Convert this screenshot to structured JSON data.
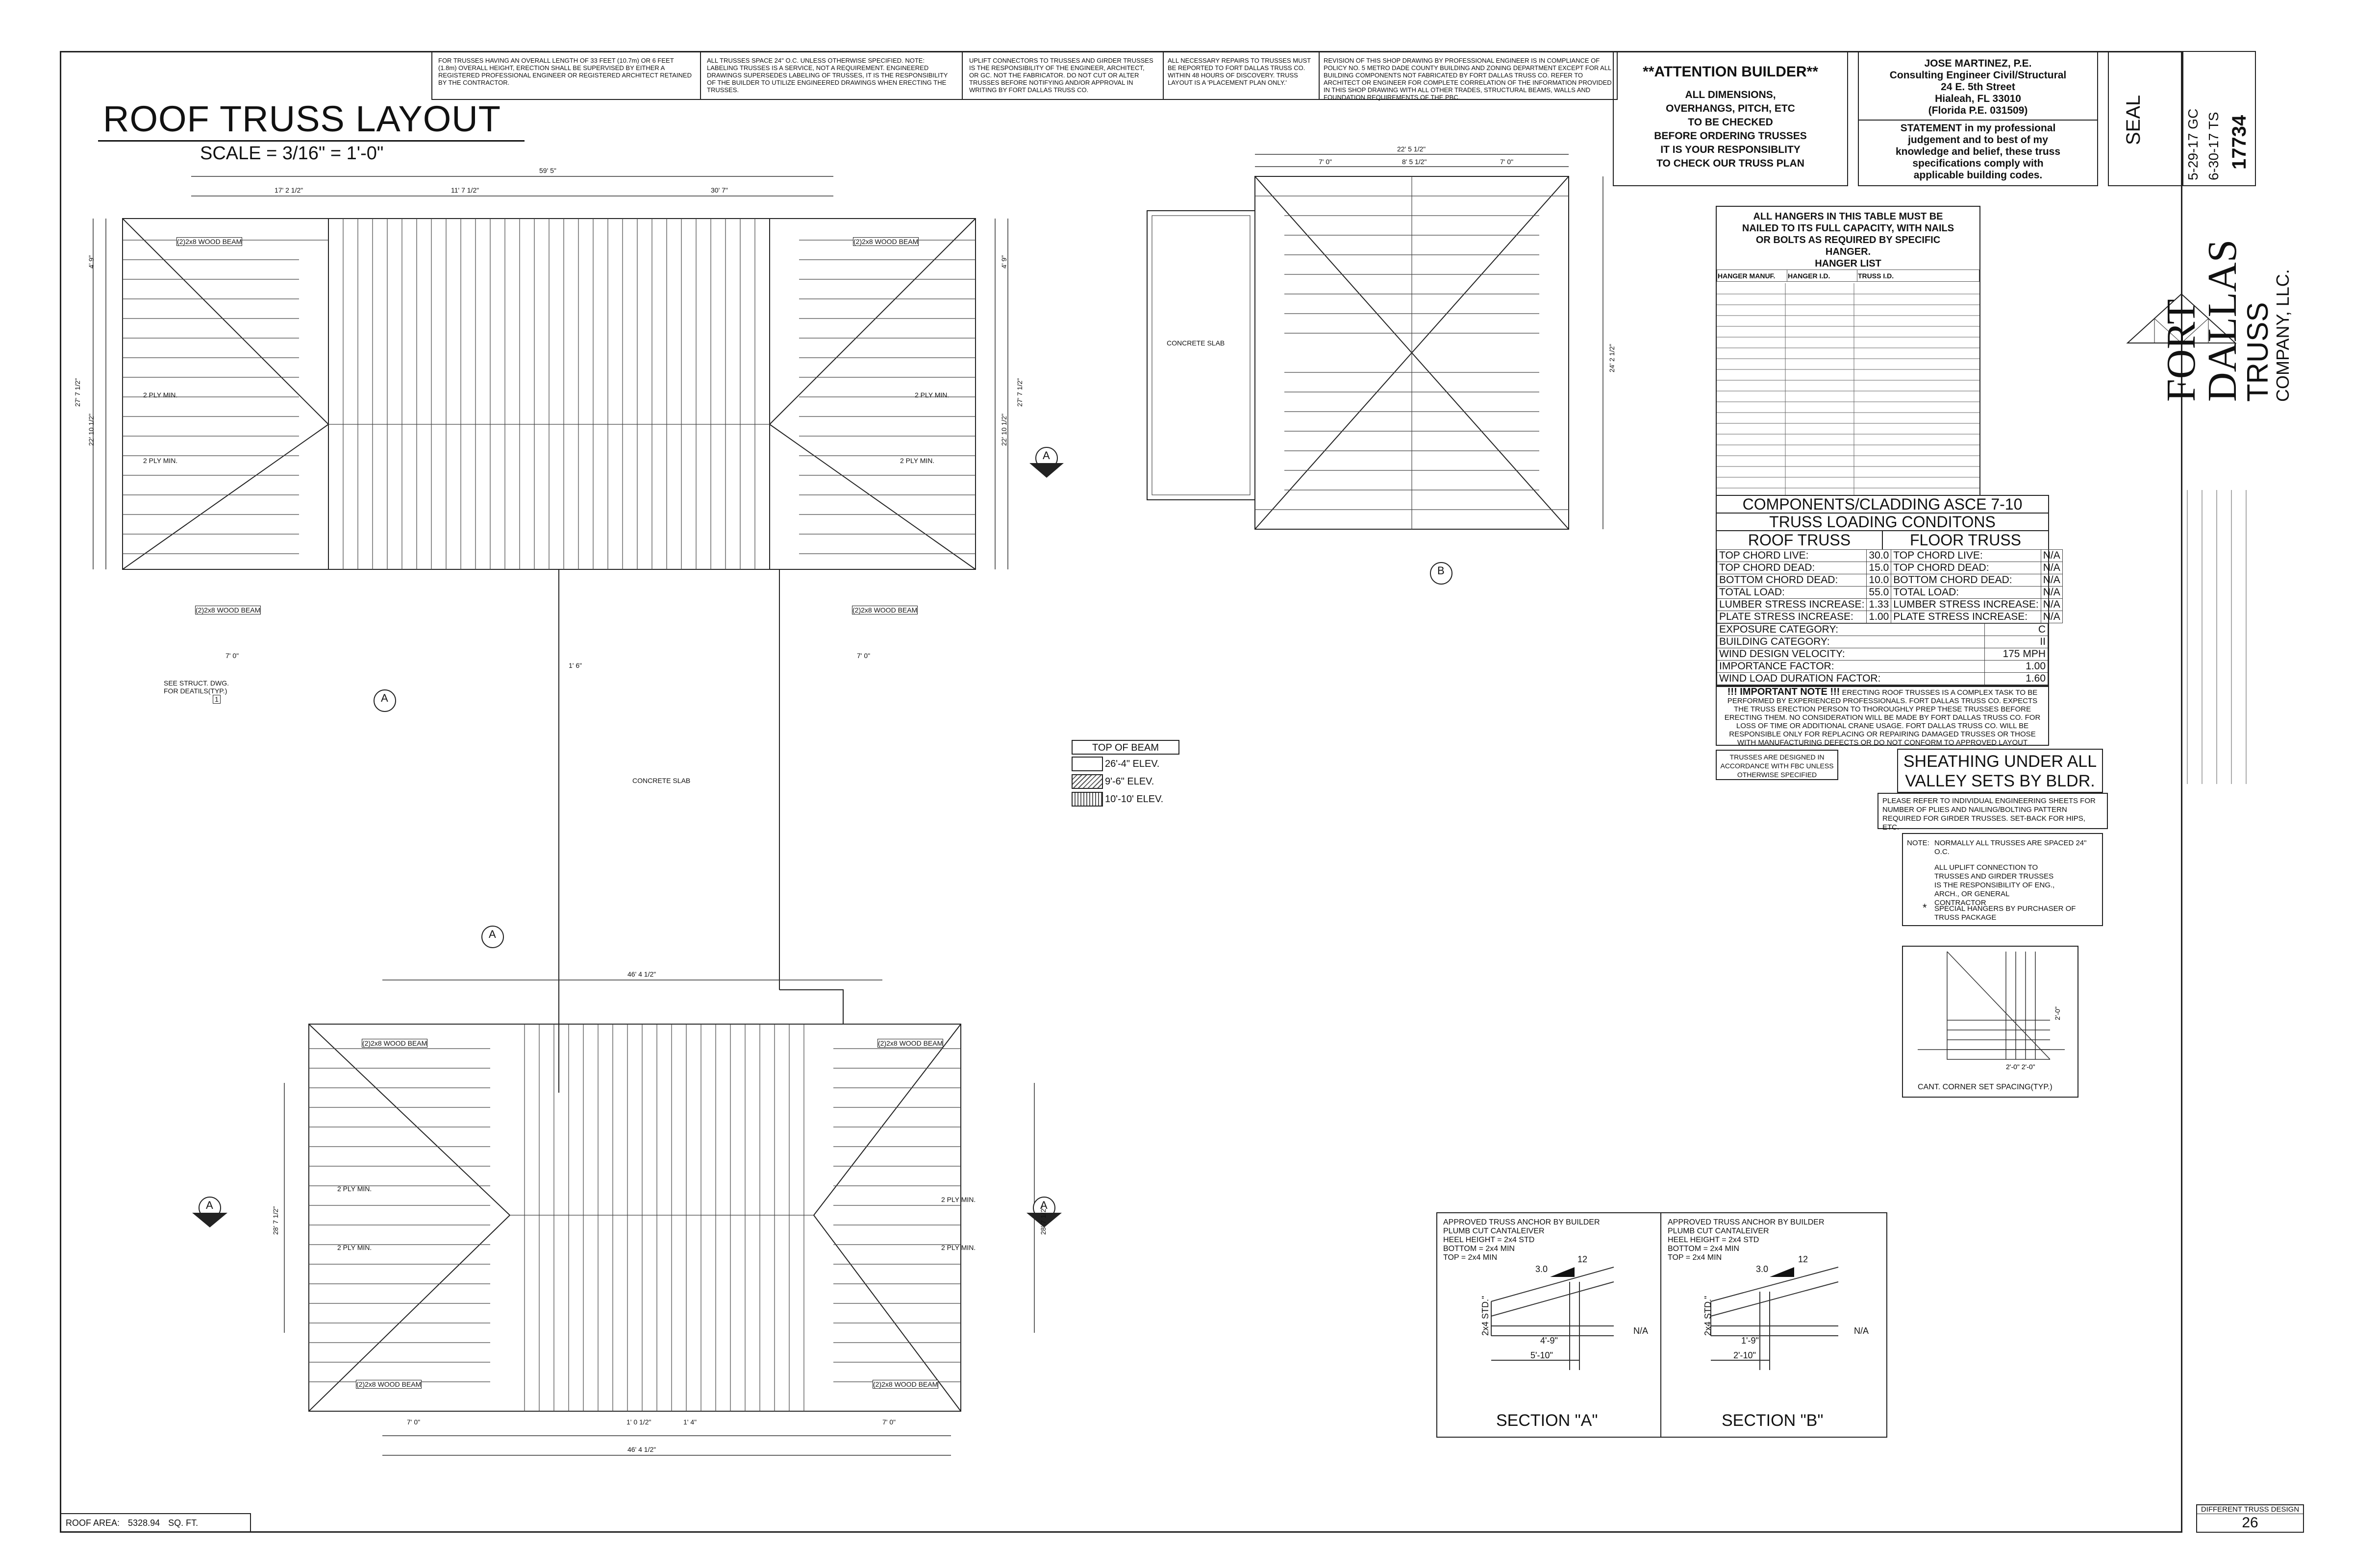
{
  "title": "ROOF TRUSS LAYOUT",
  "scale": "SCALE = 3/16\" = 1'-0\"",
  "top_notes": [
    "FOR TRUSSES HAVING AN OVERALL LENGTH OF 33 FEET (10.7m) OR 6 FEET (1.8m) OVERALL HEIGHT, ERECTION SHALL BE SUPERVISED BY EITHER A REGISTERED PROFESSIONAL ENGINEER OR REGISTERED ARCHITECT RETAINED BY THE CONTRACTOR.",
    "ALL TRUSSES SPACE 24\" O.C. UNLESS OTHERWISE SPECIFIED. NOTE: LABELING TRUSSES IS A SERVICE, NOT A REQUIREMENT. ENGINEERED DRAWINGS SUPERSEDES LABELING OF TRUSSES, IT IS THE RESPONSIBILITY OF THE BUILDER TO UTILIZE ENGINEERED DRAWINGS WHEN ERECTING THE TRUSSES.",
    "UPLIFT CONNECTORS TO TRUSSES AND GIRDER TRUSSES IS THE RESPONSIBILITY OF THE ENGINEER, ARCHITECT, OR GC. NOT THE FABRICATOR. DO NOT CUT OR ALTER TRUSSES BEFORE NOTIFYING AND/OR APPROVAL IN WRITING BY FORT DALLAS TRUSS CO.",
    "ALL NECESSARY REPAIRS TO TRUSSES MUST BE REPORTED TO FORT DALLAS TRUSS CO. WITHIN 48 HOURS OF DISCOVERY. TRUSS LAYOUT IS A 'PLACEMENT PLAN ONLY.'",
    "REVISION OF THIS SHOP DRAWING BY PROFESSIONAL ENGINEER IS IN COMPLIANCE OF POLICY NO. 5 METRO DADE COUNTY BUILDING AND ZONING DEPARTMENT EXCEPT FOR ALL BUILDING COMPONENTS NOT FABRICATED BY FORT DALLAS TRUSS CO. REFER TO ARCHITECT OR ENGINEER FOR COMPLETE CORRELATION OF THE INFORMATION PROVIDED IN THIS SHOP DRAWING WITH ALL OTHER TRADES, STRUCTURAL BEAMS, WALLS AND FOUNDATION REQUIREMENTS OF THE PBC."
  ],
  "attention": {
    "heading": "**ATTENTION BUILDER**",
    "lines": [
      "ALL DIMENSIONS,",
      "OVERHANGS, PITCH, ETC",
      "TO BE CHECKED",
      "BEFORE ORDERING TRUSSES",
      "IT IS YOUR RESPONSIBLITY",
      "TO CHECK OUR TRUSS PLAN"
    ]
  },
  "engineer": {
    "lines": [
      "JOSE MARTINEZ, P.E.",
      "Consulting Engineer Civil/Structural",
      "24 E. 5th Street",
      "Hialeah, FL 33010",
      "(Florida P.E. 031509)"
    ],
    "statement": [
      "STATEMENT in my professional",
      "judgement and to best of my",
      "knowledge and belief, these truss",
      "specifications comply with",
      "applicable building codes."
    ]
  },
  "seal_label": "SEAL",
  "company": {
    "line1": "FORT DALLAS",
    "line2": "TRUSS",
    "line3": "COMPANY, LLC."
  },
  "title_block": {
    "date1": "5-29-17",
    "init1": "GC",
    "date2": "6-30-17",
    "init2": "TS",
    "job_no": "17734"
  },
  "hanger": {
    "heading": [
      "ALL HANGERS IN THIS TABLE MUST BE",
      "NAILED TO ITS FULL CAPACITY, WITH NAILS",
      "OR BOLTS AS REQUIRED BY SPECIFIC",
      "HANGER."
    ],
    "list_title": "HANGER LIST",
    "columns": [
      "HANGER MANUF.",
      "HANGER I.D.",
      "TRUSS I.D."
    ]
  },
  "loading": {
    "title1": "COMPONENTS/CLADDING ASCE 7-10",
    "title2": "TRUSS LOADING CONDITONS",
    "roof_head": "ROOF TRUSS",
    "floor_head": "FLOOR TRUSS",
    "rows": [
      {
        "rl": "TOP CHORD LIVE:",
        "rv": "30.0",
        "fl": "TOP CHORD LIVE:",
        "fv": "N/A"
      },
      {
        "rl": "TOP CHORD DEAD:",
        "rv": "15.0",
        "fl": "TOP CHORD DEAD:",
        "fv": "N/A"
      },
      {
        "rl": "BOTTOM CHORD DEAD:",
        "rv": "10.0",
        "fl": "BOTTOM CHORD DEAD:",
        "fv": "N/A"
      },
      {
        "rl": "TOTAL LOAD:",
        "rv": "55.0",
        "fl": "TOTAL LOAD:",
        "fv": "N/A"
      },
      {
        "rl": "LUMBER STRESS INCREASE:",
        "rv": "1.33",
        "fl": "LUMBER STRESS INCREASE:",
        "fv": "N/A"
      },
      {
        "rl": "PLATE STRESS INCREASE:",
        "rv": "1.00",
        "fl": "PLATE STRESS INCREASE:",
        "fv": "N/A"
      }
    ],
    "wide_rows": [
      {
        "l": "EXPOSURE CATEGORY:",
        "v": "C"
      },
      {
        "l": "BUILDING CATEGORY:",
        "v": "II"
      },
      {
        "l": "WIND DESIGN VELOCITY:",
        "v": "175 MPH"
      },
      {
        "l": "IMPORTANCE FACTOR:",
        "v": "1.00"
      },
      {
        "l": "WIND LOAD DURATION FACTOR:",
        "v": "1.60"
      }
    ],
    "important_title": "!!! IMPORTANT NOTE !!!",
    "important": "ERECTING ROOF TRUSSES IS A COMPLEX TASK TO BE PERFORMED BY EXPERIENCED PROFESSIONALS. FORT DALLAS TRUSS CO. EXPECTS THE TRUSS ERECTION PERSON TO THOROUGHLY PREP THESE TRUSSES BEFORE ERECTING THEM. NO CONSIDERATION WILL BE MADE BY FORT DALLAS TRUSS CO. FOR LOSS OF TIME OR ADDITIONAL CRANE USAGE. FORT DALLAS TRUSS CO. WILL BE RESPONSIBLE ONLY FOR REPLACING OR REPAIRING DAMAGED TRUSSES OR THOSE WITH MANUFACTURING DEFECTS OR DO NOT CONFORM TO APPROVED LAYOUT"
  },
  "fbc_note": [
    "TRUSSES ARE DESIGNED IN",
    "ACCORDANCE WITH FBC UNLESS",
    "OTHERWISE SPECIFIED"
  ],
  "sheathing": [
    "SHEATHING UNDER ALL",
    "VALLEY SETS BY BLDR."
  ],
  "refer_note": "PLEASE REFER TO INDIVIDUAL ENGINEERING SHEETS FOR NUMBER OF PLIES AND NAILING/BOLTING PATTERN REQUIRED FOR GIRDER TRUSSES. SET-BACK FOR HIPS, ETC.",
  "notes": {
    "label": "NOTE:",
    "n1": "NORMALLY ALL TRUSSES ARE SPACED 24\" O.C.",
    "n2": "ALL UPLIFT CONNECTION TO TRUSSES AND GIRDER TRUSSES IS THE RESPONSIBILITY OF ENG., ARCH., OR GENERAL CONTRACTOR",
    "star": "*",
    "n3": "SPECIAL HANGERS BY PURCHASER OF TRUSS PACKAGE"
  },
  "corner": {
    "caption": "CANT. CORNER SET SPACING(TYP.)",
    "dim": "2'-0\""
  },
  "legend": {
    "title": "TOP OF BEAM",
    "items": [
      "26'-4\" ELEV.",
      "9'-6\" ELEV.",
      "10'-10' ELEV."
    ]
  },
  "concrete_slab": "CONCRETE SLAB",
  "beam_label": "(2)2x8 WOOD BEAM",
  "ply": "2 PLY MIN.",
  "see_struct": [
    "SEE STRUCT. DWG.",
    "FOR DEATILS(TYP.)"
  ],
  "one": "1",
  "section_a": {
    "approved": [
      "APPROVED TRUSS ANCHOR BY BUILDER",
      "PLUMB CUT CANTALEIVER",
      "HEEL HEIGHT = 2x4 STD",
      "BOTTOM = 2x4 MIN",
      "TOP = 2x4 MIN"
    ],
    "pitch": "3.0",
    "run": "12",
    "heel": "2x4 STD.\"",
    "d1": "4'-9\"",
    "d2": "5'-10\"",
    "na": "N/A",
    "title": "SECTION \"A\""
  },
  "section_b": {
    "approved": [
      "APPROVED TRUSS ANCHOR BY BUILDER",
      "PLUMB CUT CANTALEIVER",
      "HEEL HEIGHT = 2x4 STD",
      "BOTTOM = 2x4 MIN",
      "TOP = 2x4 MIN"
    ],
    "pitch": "3.0",
    "run": "12",
    "heel": "2x4 STD.\"",
    "d1": "1'-9\"",
    "d2": "2'-10\"",
    "na": "N/A",
    "title": "SECTION \"B\""
  },
  "roof_area": {
    "label": "ROOF AREA:",
    "value": "5328.94",
    "unit": "SQ. FT."
  },
  "sheet": {
    "title": "DIFFERENT TRUSS DESIGN",
    "number": "26"
  },
  "dims": {
    "top_total": "59' 5\"",
    "top_a": "17' 2 1/2\"",
    "top_b": "11' 7 1/2\"",
    "top_c": "30' 7\"",
    "left_total": "27' 7 1/2\"",
    "left_inner": "22' 10 1/2\"",
    "left_small": "4' 9\"",
    "right_total": "27' 7 1/2\"",
    "right_inner": "22' 10 1/2\"",
    "right_small": "4' 9\"",
    "under_left": "7' 0\"",
    "under_right": "7' 0\"",
    "small": "1' 6\"",
    "bot_total": "46' 4 1/2\"",
    "bot_total2": "46' 4 1/2\"",
    "bot_l": "7' 0\"",
    "bot_r": "7' 0\"",
    "bot_mid1": "1' 0 1/2\"",
    "bot_mid2": "1' 4\"",
    "bot_side": "28' 7 1/2\"",
    "r_total": "22' 5 1/2\"",
    "r_a": "7' 0\"",
    "r_b": "8' 5 1/2\"",
    "r_c": "7' 0\"",
    "r_side": "24' 2 1/2\""
  },
  "markers": {
    "a": "A",
    "b": "B"
  }
}
